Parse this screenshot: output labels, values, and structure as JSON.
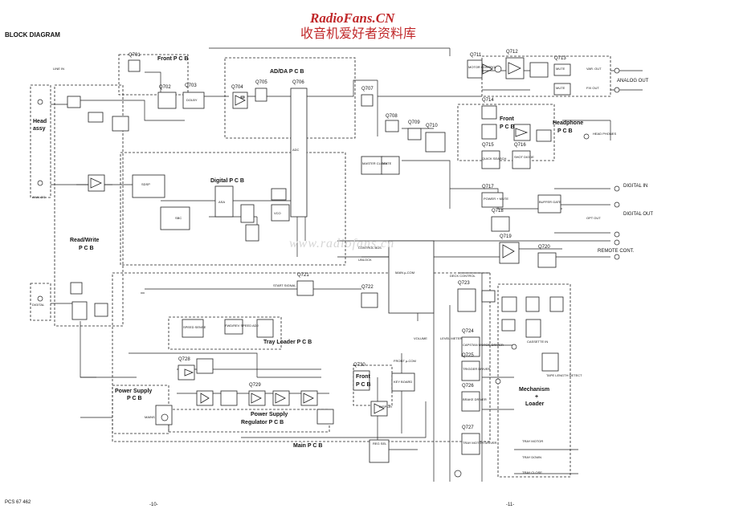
{
  "page": {
    "title": "BLOCK DIAGRAM",
    "watermark_top": "RadioFans.CN",
    "watermark_cn": "收音机爱好者资料库",
    "watermark_center": "www.radiofans.cn",
    "doc_code": "PCS 67 462",
    "page_left": "-10-",
    "page_right": "-11-"
  },
  "pcb": {
    "front_top": "Front P C B",
    "adda": "AD/DA P C B",
    "digital": "Digital P C B",
    "read_write": "Read/Write",
    "read_write2": "P C B",
    "head_assy": "Head",
    "head_assy2": "assy",
    "power_supply": "Power Supply",
    "power_supply2": "P C B",
    "ps_regulator": "Power Supply",
    "ps_regulator2": "Regulator P C B",
    "main": "Main P C B",
    "tray_loader": "Tray Loader P C B",
    "front_mid": "Front",
    "front_mid2": "P C B",
    "front_bottom": "Front",
    "front_bottom2": "P C B",
    "headphone": "Headphone",
    "headphone2": "P C B",
    "mechanism": "Mechanism",
    "mechanism2": "+",
    "mechanism3": "Loader"
  },
  "blocks": {
    "dolby": "DOLBY",
    "adc": "ADC",
    "main_ucom": "MAIN µ-COM",
    "front_ucom": "FRONT µ-COM",
    "quick_sw": "QUICK SEARCH",
    "power_mute": "POWER + MUTE",
    "buffer_gate": "BUFFER GATE",
    "motor_ctrl": "MOTOR CONTROL",
    "mute1": "MUTE",
    "mute2": "MUTE",
    "mute3": "MUTE",
    "shot": "SHOT DIODE",
    "master_clock": "MASTER CLOCK",
    "sbc": "SBC",
    "sdsp": "SDSP",
    "asa": "ASA",
    "vco": "VCO",
    "capstan": "CAPSTAN MOTOR DRIVER",
    "trigger": "TRIGGER DRIVER",
    "brake": "BRAKE DRIVER",
    "tray_motor_drv": "TRAY MOTOR DRIVER",
    "reg_sel": "REG SEL",
    "display": "DISPLAY",
    "keyboard": "KEY BOARD",
    "speed_sense": "SPEED SENSE",
    "fwd_rev": "FWD/REV SPEED ADJ"
  },
  "signals": {
    "line_in": "LINE IN",
    "analog_out": "ANALOG OUT",
    "digital_in": "DIGITAL IN",
    "digital_out": "DIGITAL OUT",
    "remote_cont": "REMOTE CONT.",
    "var_out": "VAR. OUT",
    "fix_out": "FIX OUT",
    "mains": "MAINS",
    "analog": "ANALOG",
    "digital": "DIGITAL",
    "tray_down": "TRAY DOWN",
    "tray_close": "TRAY CLOSE",
    "tray_motor": "TRAY MOTOR",
    "start_sig": "START SIGNAL",
    "control_bus": "CONTROL BUS",
    "unlock": "UNLOCK",
    "deck_control": "DECK CONTROL",
    "level_meter": "LEVEL METER",
    "volume": "VOLUME",
    "head_phones": "HEAD PHONES",
    "tape_length": "TAPE LENGTH DETECT",
    "cassette_in": "CASSETTE IN",
    "aux_opt": "OPT OUT"
  },
  "parts": [
    "Q701",
    "Q702",
    "Q703",
    "Q704",
    "Q705",
    "Q706",
    "Q707",
    "Q708",
    "Q709",
    "Q710",
    "Q711",
    "Q712",
    "Q713",
    "Q714",
    "Q715",
    "Q716",
    "Q717",
    "Q718",
    "Q719",
    "Q720",
    "Q721",
    "Q722",
    "Q723",
    "Q724",
    "Q725",
    "Q726",
    "Q727",
    "Q728",
    "Q729",
    "Q730"
  ]
}
